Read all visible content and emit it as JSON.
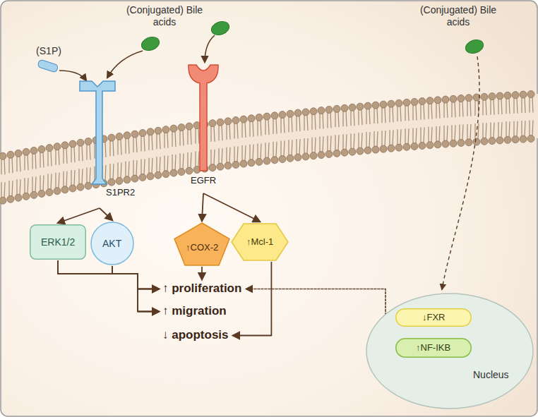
{
  "diagram": {
    "nodes": [
      {
        "text": [
          "S1PR2"
        ]
      },
      {
        "text": [
          "EGFR"
        ]
      },
      {
        "text": [
          "ERK1/2"
        ]
      },
      {
        "text": [
          "AKT"
        ]
      },
      {
        "text": [
          "↑COX-2"
        ]
      },
      {
        "text": [
          "↑Mcl-1"
        ]
      },
      {
        "text": [
          "↑ proliferation"
        ]
      },
      {
        "text": [
          "↑ migration"
        ]
      },
      {
        "text": [
          "↓ apoptosis"
        ]
      },
      {
        "text": [
          "Nucleus"
        ]
      },
      {
        "text": [
          "↓FXR"
        ],
        "in": 9
      },
      {
        "text": [
          "↑NF-IKB"
        ],
        "in": 9
      }
    ],
    "edges": [
      {
        "from": 0,
        "to": 2,
        "arrow": "to"
      },
      {
        "from": 0,
        "to": 3,
        "arrow": "to"
      },
      {
        "from": 1,
        "to": 4,
        "arrow": "to"
      },
      {
        "from": 1,
        "to": 5,
        "arrow": "to"
      },
      {
        "from": 2,
        "to": 6,
        "arrow": "to"
      },
      {
        "from": 2,
        "to": 7,
        "arrow": "to"
      },
      {
        "from": 3,
        "to": 6,
        "arrow": "to"
      },
      {
        "from": 3,
        "to": 7,
        "arrow": "to"
      },
      {
        "from": 4,
        "to": 6,
        "arrow": "to"
      },
      {
        "from": 5,
        "to": 8,
        "arrow": "to"
      },
      {
        "from": 10,
        "to": 6,
        "arrow": "to"
      },
      {
        "from": 11,
        "to": 6,
        "arrow": "to"
      }
    ],
    "labels": [
      "(S1P)",
      "(Conjugated) Bile acids",
      "(Conjugated) Bile acids"
    ]
  }
}
